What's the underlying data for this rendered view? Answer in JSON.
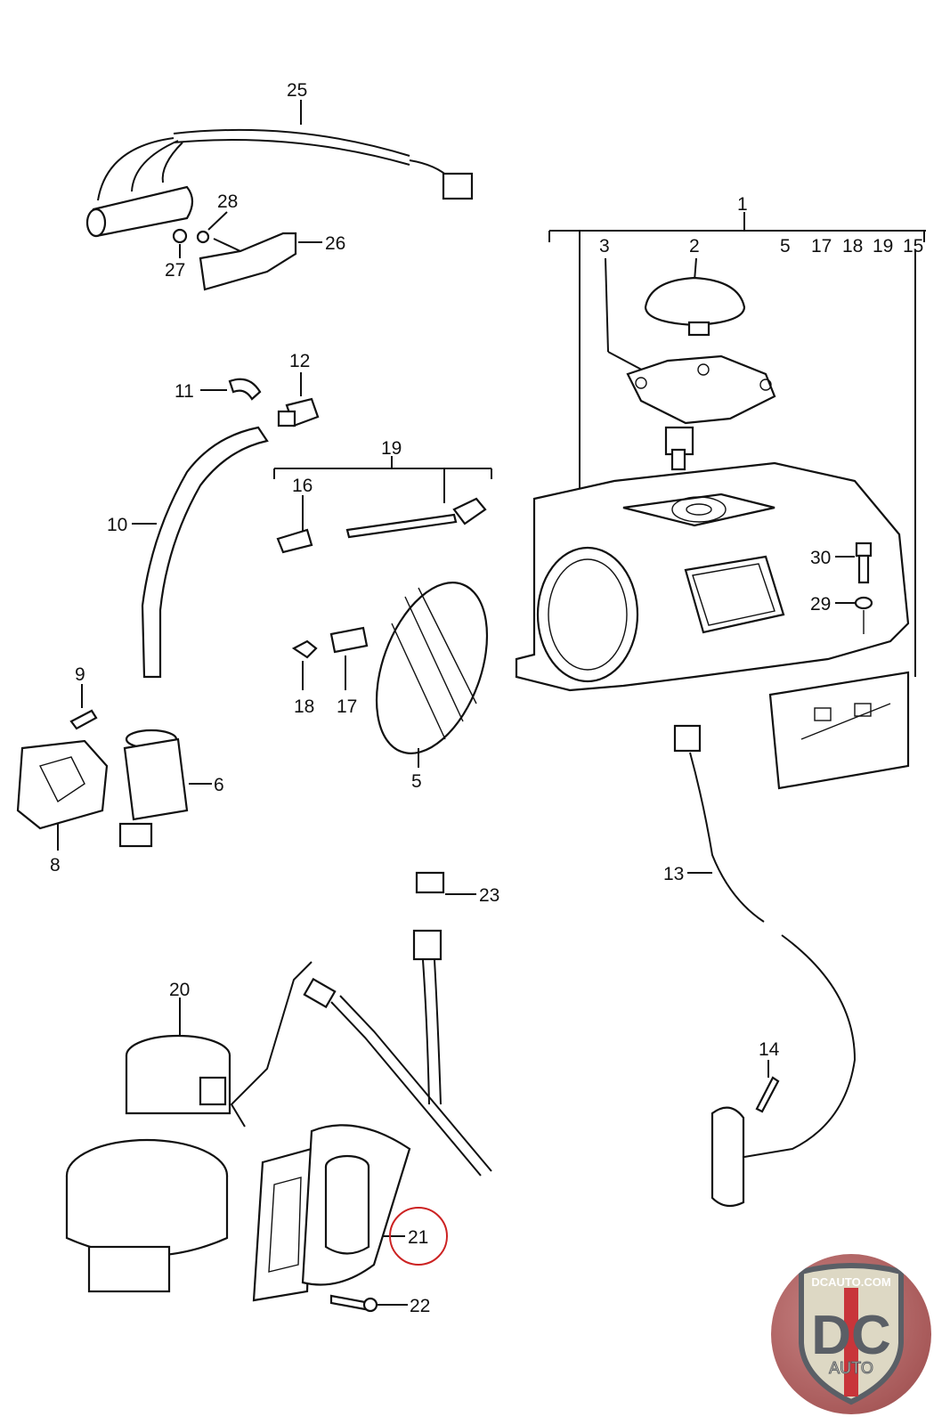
{
  "diagram": {
    "type": "exploded-parts-diagram",
    "callouts": {
      "c1": "1",
      "c2": "2",
      "c3": "3",
      "c5top": "5",
      "c17top": "17",
      "c18top": "18",
      "c19top": "19",
      "c15": "15",
      "c25": "25",
      "c28": "28",
      "c27": "27",
      "c26": "26",
      "c11": "11",
      "c12": "12",
      "c10": "10",
      "c19": "19",
      "c16": "16",
      "c18": "18",
      "c17": "17",
      "c5": "5",
      "c30": "30",
      "c29": "29",
      "c9": "9",
      "c6": "6",
      "c8": "8",
      "c13": "13",
      "c23": "23",
      "c20": "20",
      "c14": "14",
      "c21": "21",
      "c22": "22"
    },
    "highlighted_callout": "21",
    "highlight_color": "#cc2222"
  },
  "logo": {
    "top_text": "DCAUTO.COM",
    "main_text": "DC",
    "sub_text": "AUTO",
    "colors": {
      "red": "#c8353a",
      "gray": "#5a5f66",
      "cream": "#ddd8c4"
    }
  }
}
